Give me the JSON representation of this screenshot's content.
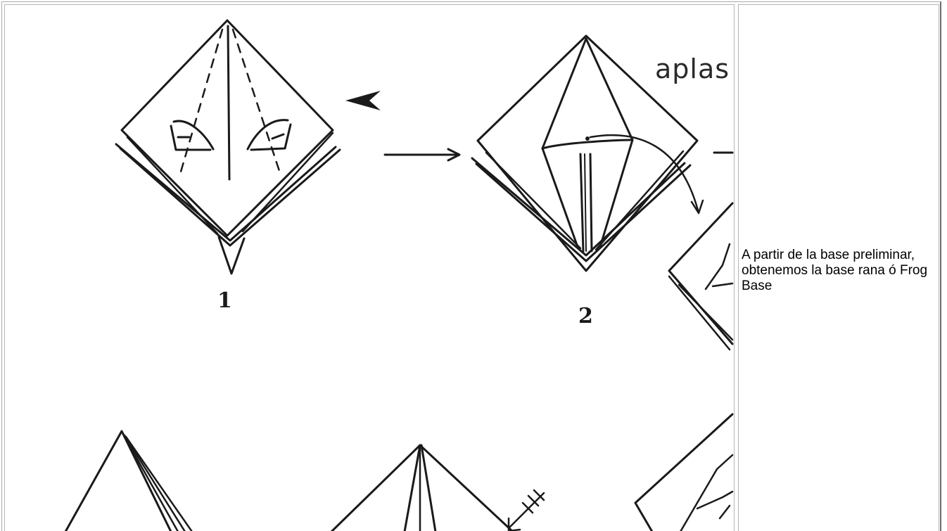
{
  "caption": "A partir de la base preliminar, obtenemos la base rana ó Frog Base",
  "diagram": {
    "step_labels": [
      "1",
      "2"
    ],
    "handwritten_note": "aplas"
  }
}
